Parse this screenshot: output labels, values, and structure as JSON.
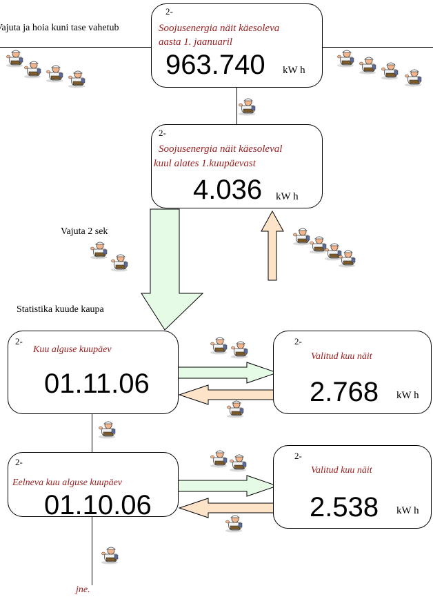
{
  "top_label": "Vajuta ja hoia kuni tase vahetub",
  "box_year": {
    "index": "2-",
    "line1": "Soojusenergia näit käesoleva",
    "line2": "aasta 1. jaanuaril",
    "value": "963.740",
    "unit": "kW h"
  },
  "box_month": {
    "index": "2-",
    "line1": "Soojusenergia näit käesoleval",
    "line2": "kuul alates 1.kuupäevast",
    "value": "4.036",
    "unit": "kW h"
  },
  "press_label": "Vajuta 2 sek",
  "stats_label": "Statistika kuude kaupa",
  "box_start1": {
    "index": "2-",
    "label": "Kuu alguse kuupäev",
    "value": "01.11.06"
  },
  "box_read1": {
    "index": "2-",
    "label": "Valitud kuu näit",
    "value": "2.768",
    "unit": "kW h"
  },
  "box_start2": {
    "index": "2-",
    "label": "Eelneva kuu alguse kuupäev",
    "value": "01.10.06"
  },
  "box_read2": {
    "index": "2-",
    "label": "Valitud kuu näit",
    "value": "2.538",
    "unit": "kW h"
  },
  "footer": "jne.",
  "colors": {
    "green_arrow": "#e6fbe6",
    "peach_arrow": "#fde3c8",
    "text_red": "#9a1b1b"
  }
}
